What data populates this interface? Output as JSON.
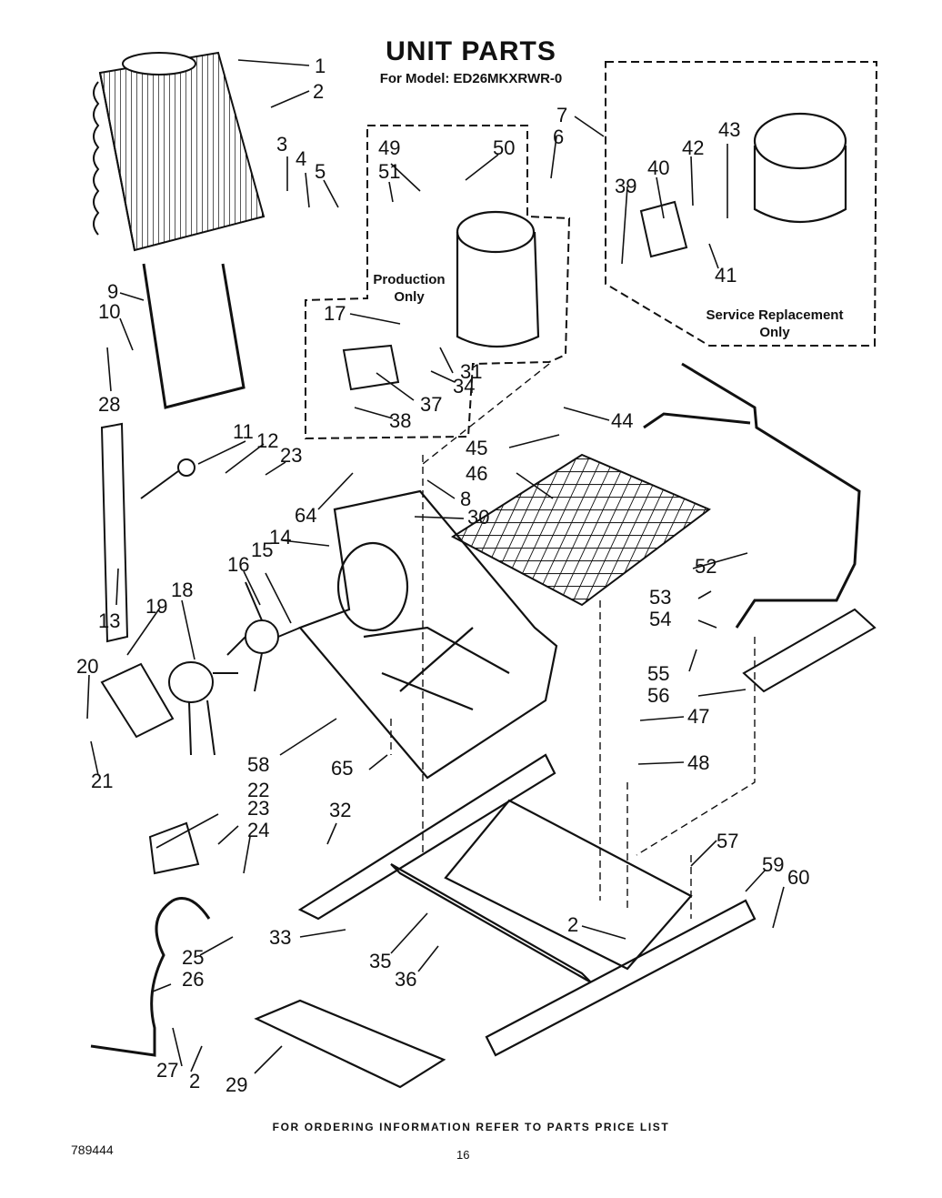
{
  "header": {
    "title": "UNIT PARTS",
    "model": "For Model: ED26MKXRWR-0"
  },
  "notes": {
    "production_line1": "Production",
    "production_line2": "Only",
    "service_line1": "Service Replacement",
    "service_line2": "Only"
  },
  "callouts": [
    "1",
    "2",
    "3",
    "4",
    "5",
    "9",
    "10",
    "28",
    "13",
    "19",
    "18",
    "20",
    "21",
    "11",
    "12",
    "23",
    "64",
    "14",
    "16",
    "15",
    "8",
    "30",
    "49",
    "50",
    "51",
    "6",
    "7",
    "17",
    "34",
    "31",
    "37",
    "38",
    "44",
    "45",
    "46",
    "52",
    "53",
    "54",
    "55",
    "56",
    "47",
    "48",
    "39",
    "40",
    "42",
    "43",
    "41",
    "58",
    "22",
    "23",
    "24",
    "65",
    "32",
    "25",
    "26",
    "33",
    "35",
    "36",
    "27",
    "2",
    "29",
    "57",
    "59",
    "60",
    "2"
  ],
  "footer": {
    "ordering": "FOR ORDERING INFORMATION REFER TO PARTS PRICE LIST",
    "doc_number": "789444",
    "page_number": "16"
  },
  "colors": {
    "ink": "#111111",
    "paper": "#ffffff"
  }
}
